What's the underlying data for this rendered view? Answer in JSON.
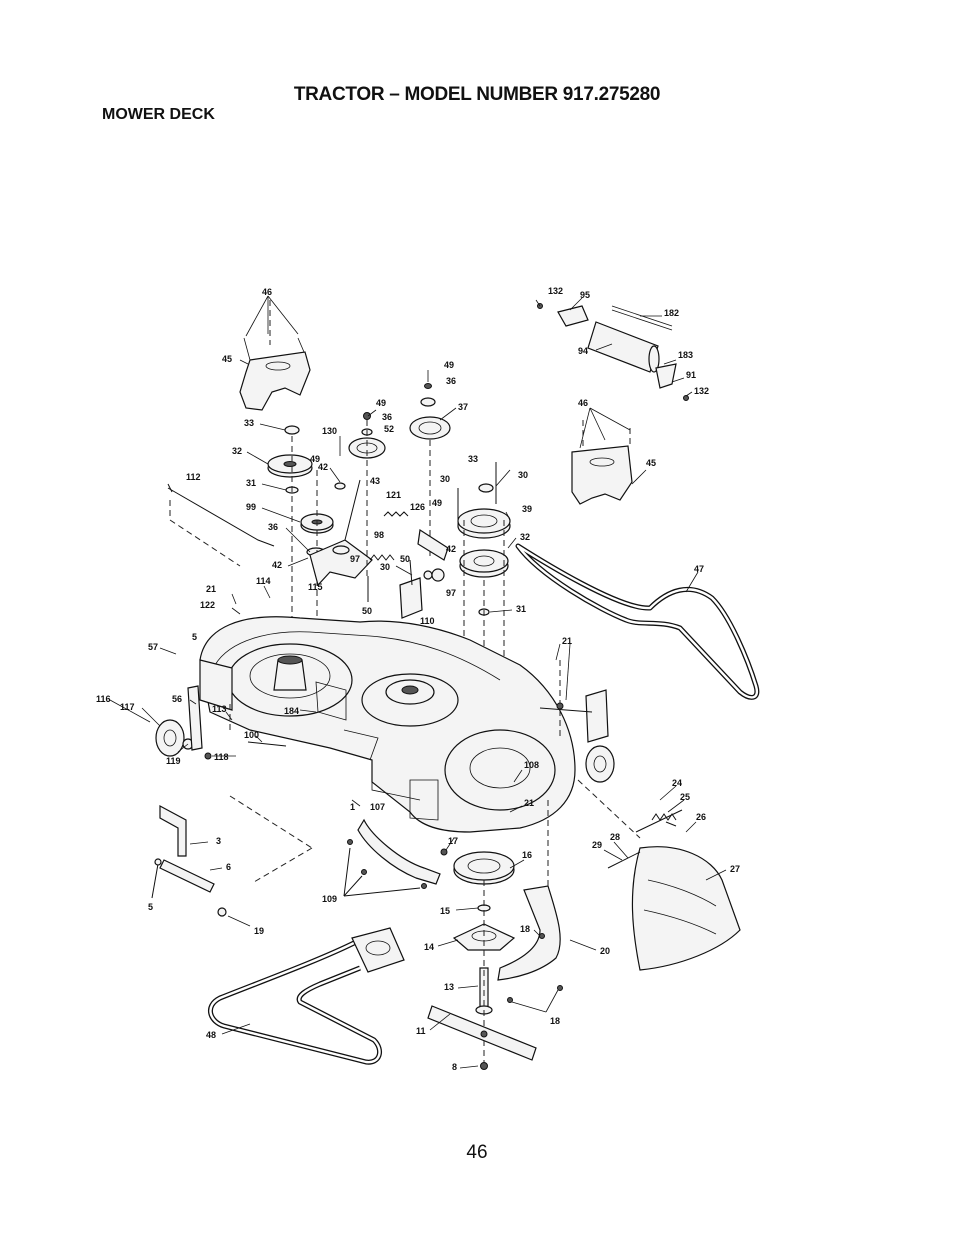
{
  "header": {
    "title": "TRACTOR – MODEL NUMBER 917.275280",
    "section": "MOWER DECK"
  },
  "footer": {
    "page_number": "46"
  },
  "diagram": {
    "callouts": [
      {
        "id": "c46a",
        "label": "46"
      },
      {
        "id": "c45a",
        "label": "45"
      },
      {
        "id": "c33a",
        "label": "33"
      },
      {
        "id": "c32a",
        "label": "32"
      },
      {
        "id": "c31a",
        "label": "31"
      },
      {
        "id": "c112",
        "label": "112"
      },
      {
        "id": "c99",
        "label": "99"
      },
      {
        "id": "c36a",
        "label": "36"
      },
      {
        "id": "c42a",
        "label": "42"
      },
      {
        "id": "c42b",
        "label": "42"
      },
      {
        "id": "c49a",
        "label": "49"
      },
      {
        "id": "c130",
        "label": "130"
      },
      {
        "id": "c49b",
        "label": "49"
      },
      {
        "id": "c36b",
        "label": "36"
      },
      {
        "id": "c52",
        "label": "52"
      },
      {
        "id": "c43",
        "label": "43"
      },
      {
        "id": "c49c",
        "label": "49"
      },
      {
        "id": "c36c",
        "label": "36"
      },
      {
        "id": "c37",
        "label": "37"
      },
      {
        "id": "c121",
        "label": "121"
      },
      {
        "id": "c126",
        "label": "126"
      },
      {
        "id": "c49d",
        "label": "49"
      },
      {
        "id": "c30a",
        "label": "30"
      },
      {
        "id": "c33b",
        "label": "33"
      },
      {
        "id": "c30b",
        "label": "30"
      },
      {
        "id": "c39",
        "label": "39"
      },
      {
        "id": "c32b",
        "label": "32"
      },
      {
        "id": "c98",
        "label": "98"
      },
      {
        "id": "c97a",
        "label": "97"
      },
      {
        "id": "c42c",
        "label": "42"
      },
      {
        "id": "c97b",
        "label": "97"
      },
      {
        "id": "c50a",
        "label": "50"
      },
      {
        "id": "c30c",
        "label": "30"
      },
      {
        "id": "c115",
        "label": "115"
      },
      {
        "id": "c50b",
        "label": "50"
      },
      {
        "id": "c110",
        "label": "110"
      },
      {
        "id": "c31b",
        "label": "31"
      },
      {
        "id": "c21a",
        "label": "21"
      },
      {
        "id": "c122",
        "label": "122"
      },
      {
        "id": "c114",
        "label": "114"
      },
      {
        "id": "c5a",
        "label": "5"
      },
      {
        "id": "c57",
        "label": "57"
      },
      {
        "id": "c116",
        "label": "116"
      },
      {
        "id": "c117",
        "label": "117"
      },
      {
        "id": "c56",
        "label": "56"
      },
      {
        "id": "c113",
        "label": "113"
      },
      {
        "id": "c184",
        "label": "184"
      },
      {
        "id": "c100",
        "label": "100"
      },
      {
        "id": "c119",
        "label": "119"
      },
      {
        "id": "c118",
        "label": "118"
      },
      {
        "id": "c21b",
        "label": "21"
      },
      {
        "id": "c132a",
        "label": "132"
      },
      {
        "id": "c95",
        "label": "95"
      },
      {
        "id": "c182",
        "label": "182"
      },
      {
        "id": "c94",
        "label": "94"
      },
      {
        "id": "c183",
        "label": "183"
      },
      {
        "id": "c91",
        "label": "91"
      },
      {
        "id": "c132b",
        "label": "132"
      },
      {
        "id": "c46b",
        "label": "46"
      },
      {
        "id": "c45b",
        "label": "45"
      },
      {
        "id": "c47",
        "label": "47"
      },
      {
        "id": "c108",
        "label": "108"
      },
      {
        "id": "c21c",
        "label": "21"
      },
      {
        "id": "c1",
        "label": "1"
      },
      {
        "id": "c107",
        "label": "107"
      },
      {
        "id": "c17",
        "label": "17"
      },
      {
        "id": "c16",
        "label": "16"
      },
      {
        "id": "c3",
        "label": "3"
      },
      {
        "id": "c6",
        "label": "6"
      },
      {
        "id": "c5b",
        "label": "5"
      },
      {
        "id": "c109",
        "label": "109"
      },
      {
        "id": "c19",
        "label": "19"
      },
      {
        "id": "c15",
        "label": "15"
      },
      {
        "id": "c18a",
        "label": "18"
      },
      {
        "id": "c14",
        "label": "14"
      },
      {
        "id": "c20",
        "label": "20"
      },
      {
        "id": "c13",
        "label": "13"
      },
      {
        "id": "c18b",
        "label": "18"
      },
      {
        "id": "c48",
        "label": "48"
      },
      {
        "id": "c11",
        "label": "11"
      },
      {
        "id": "c8",
        "label": "8"
      },
      {
        "id": "c24",
        "label": "24"
      },
      {
        "id": "c25",
        "label": "25"
      },
      {
        "id": "c26",
        "label": "26"
      },
      {
        "id": "c28",
        "label": "28"
      },
      {
        "id": "c29",
        "label": "29"
      },
      {
        "id": "c27",
        "label": "27"
      }
    ]
  }
}
